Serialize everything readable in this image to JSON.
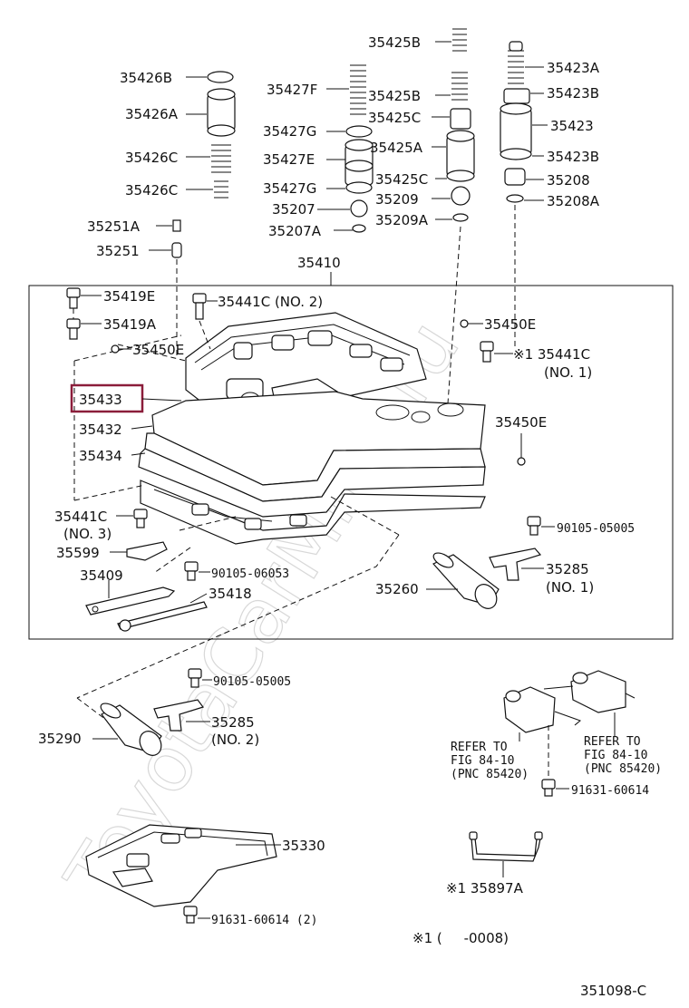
{
  "diagram": {
    "watermark": "ToyotaCarMine.ru",
    "footer_code": "351098-C",
    "footnote": "※1 (     -0008)",
    "labels": {
      "p35425B_top": "35425B",
      "p35426B": "35426B",
      "p35426A": "35426A",
      "p35426C_1": "35426C",
      "p35426C_2": "35426C",
      "p35427F": "35427F",
      "p35427G_1": "35427G",
      "p35427E": "35427E",
      "p35427G_2": "35427G",
      "p35207": "35207",
      "p35207A": "35207A",
      "p35425B_mid": "35425B",
      "p35425C_1": "35425C",
      "p35425A": "35425A",
      "p35425C_2": "35425C",
      "p35209": "35209",
      "p35209A": "35209A",
      "p35423A": "35423A",
      "p35423B_1": "35423B",
      "p35423": "35423",
      "p35423B_2": "35423B",
      "p35208": "35208",
      "p35208A": "35208A",
      "p35251A": "35251A",
      "p35251": "35251",
      "p35410": "35410",
      "p35419E": "35419E",
      "p35441C_no2": "35441C (NO. 2)",
      "p35419A": "35419A",
      "p35450E_1": "35450E",
      "p35450E_2": "35450E",
      "p35441C_no1": "※1 35441C",
      "p35441C_no1_sub": "(NO. 1)",
      "p35433": "35433",
      "p35432": "35432",
      "p35434": "35434",
      "p35450E_3": "35450E",
      "p35441C_no3": "35441C",
      "p35441C_no3_sub": "(NO. 3)",
      "p90105_05005_a": "90105-05005",
      "p35599": "35599",
      "p90105_06053": "90105-06053",
      "p35409": "35409",
      "p35418": "35418",
      "p35260": "35260",
      "p35285_no1": "35285",
      "p35285_no1_sub": "(NO. 1)",
      "p90105_05005_b": "90105-05005",
      "p35290": "35290",
      "p35285_no2": "35285",
      "p35285_no2_sub": "(NO. 2)",
      "refer_1_a": "REFER TO",
      "refer_1_b": "FIG 84-10",
      "refer_1_c": "(PNC 85420)",
      "refer_2_a": "REFER TO",
      "refer_2_b": "FIG 84-10",
      "refer_2_c": "(PNC 85420)",
      "p91631_60614_a": "91631-60614",
      "p35330": "35330",
      "p35897A": "※1 35897A",
      "p91631_60614_b": "91631-60614 (2)"
    }
  }
}
